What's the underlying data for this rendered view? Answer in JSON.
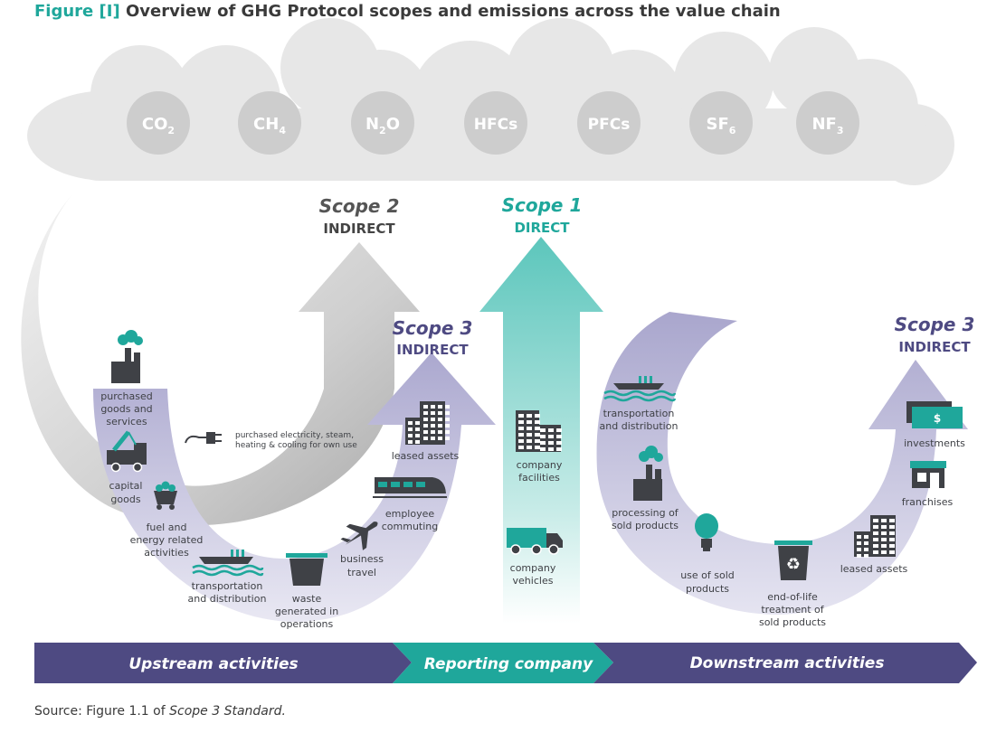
{
  "figure": {
    "label": "Figure [I]",
    "title": "Overview of GHG Protocol scopes and emissions across the value chain"
  },
  "gases": [
    {
      "base": "CO",
      "sub": "2"
    },
    {
      "base": "CH",
      "sub": "4"
    },
    {
      "base": "N",
      "sub": "2",
      "tail": "O"
    },
    {
      "base": "HFCs"
    },
    {
      "base": "PFCs"
    },
    {
      "base": "SF",
      "sub": "6"
    },
    {
      "base": "NF",
      "sub": "3"
    }
  ],
  "scopes": {
    "scope2": {
      "title": "Scope 2",
      "subtitle": "INDIRECT"
    },
    "scope1": {
      "title": "Scope 1",
      "subtitle": "DIRECT"
    },
    "scope3_up": {
      "title": "Scope 3",
      "subtitle": "INDIRECT"
    },
    "scope3_down": {
      "title": "Scope 3",
      "subtitle": "INDIRECT"
    }
  },
  "upstream_items": {
    "purchased_goods": [
      "purchased",
      "goods and",
      "services"
    ],
    "capital_goods": [
      "capital",
      "goods"
    ],
    "fuel_energy": [
      "fuel and",
      "energy related",
      "activities"
    ],
    "transport": [
      "transportation",
      "and distribution"
    ],
    "waste": [
      "waste",
      "generated in",
      "operations"
    ],
    "business_travel": [
      "business",
      "travel"
    ],
    "commuting": [
      "employee",
      "commuting"
    ],
    "leased_assets": [
      "leased assets"
    ],
    "electricity": [
      "purchased electricity, steam,",
      "heating & cooling for own use"
    ]
  },
  "company_items": {
    "facilities": [
      "company",
      "facilities"
    ],
    "vehicles": [
      "company",
      "vehicles"
    ]
  },
  "downstream_items": {
    "transport": [
      "transportation",
      "and distribution"
    ],
    "processing": [
      "processing of",
      "sold products"
    ],
    "use": [
      "use of sold",
      "products"
    ],
    "end_of_life": [
      "end-of-life",
      "treatment of",
      "sold products"
    ],
    "leased_assets": [
      "leased assets"
    ],
    "franchises": [
      "franchises"
    ],
    "investments": [
      "investments"
    ],
    "dollar": "$"
  },
  "bottom_bar": {
    "upstream": "Upstream activities",
    "reporting": "Reporting company",
    "downstream": "Downstream activities"
  },
  "source": {
    "prefix": "Source: Figure 1.1 of ",
    "italic": "Scope 3 Standard."
  },
  "colors": {
    "teal": "#1fa79b",
    "purple": "#4e4a82",
    "grey_arrow": "#b9b9b9",
    "cloud": "#e6e6e6",
    "gas_circle": "#cdcdcd",
    "icon_dark": "#3f4146",
    "scope3_label": "#4e4a82",
    "scope2_label": "#555555"
  }
}
